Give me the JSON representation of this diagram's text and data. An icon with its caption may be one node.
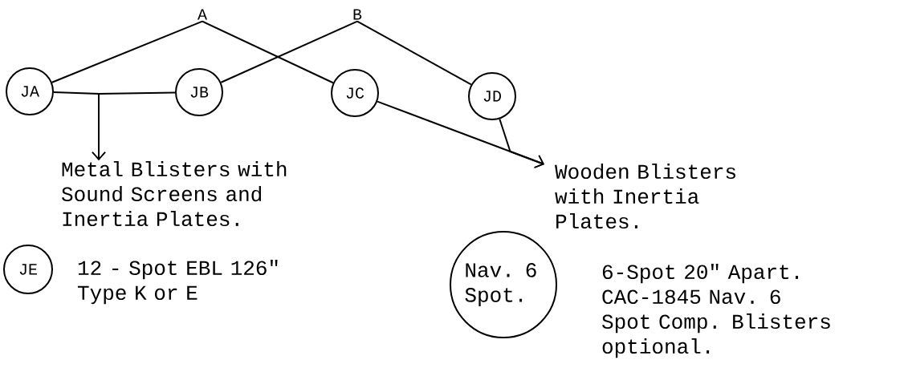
{
  "diagram": {
    "nodes": [
      {
        "text": [
          "A"
        ]
      },
      {
        "text": [
          "B"
        ]
      },
      {
        "text": [
          "JA"
        ]
      },
      {
        "text": [
          "JB"
        ]
      },
      {
        "text": [
          "JC"
        ]
      },
      {
        "text": [
          "JD"
        ]
      },
      {
        "text": [
          "Metal Blisters with Sound Screens and Inertia Plates."
        ]
      },
      {
        "text": [
          "Wooden Blisters with Inertia Plates."
        ]
      },
      {
        "text": [
          "JE"
        ],
        "beside": [
          "12 - Spot EBL 126\" Type K or E"
        ]
      },
      {
        "text": [
          "Nav. 6 Spot."
        ],
        "beside": [
          "6-Spot 20\" Apart. CAC-1845 Nav. 6 Spot Comp. Blisters optional."
        ]
      }
    ],
    "edges": [
      {
        "from": 0,
        "to": 2,
        "arrow": "none"
      },
      {
        "from": 0,
        "to": 4,
        "arrow": "none"
      },
      {
        "from": 1,
        "to": 3,
        "arrow": "none"
      },
      {
        "from": 1,
        "to": 5,
        "arrow": "none"
      },
      {
        "from": 2,
        "to": 6,
        "arrow": "to"
      },
      {
        "from": 3,
        "to": 6,
        "arrow": "to"
      },
      {
        "from": 4,
        "to": 7,
        "arrow": "to"
      },
      {
        "from": 5,
        "to": 7,
        "arrow": "to"
      }
    ]
  }
}
